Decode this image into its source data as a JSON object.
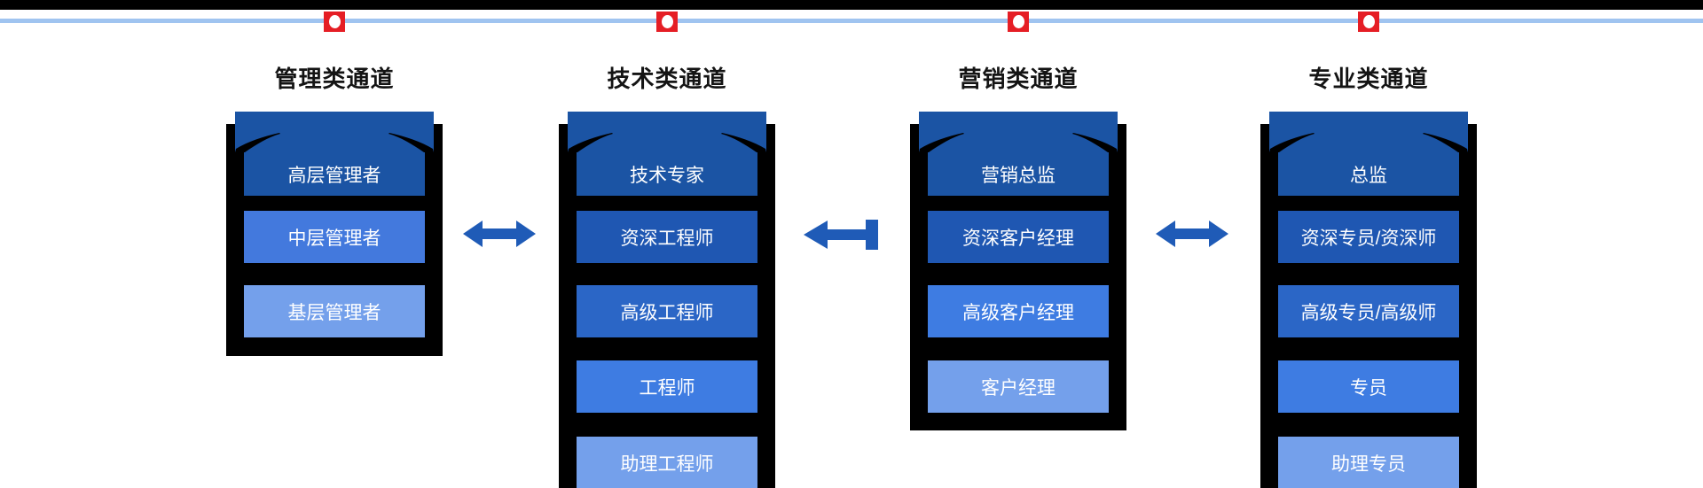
{
  "palette": {
    "top_bar": "#000000",
    "timeline_line": "#a0c4f0",
    "marker_red": "#e51e25",
    "marker_dot": "#ffffff",
    "arrow_blue": "#1f5bb7",
    "container_black": "#000000",
    "title_text": "#141414",
    "box_text": "#ffffff",
    "level_darkest": "#1b54a4"
  },
  "channels": [
    {
      "title": "管理类通道",
      "levels": [
        {
          "label": "高层管理者",
          "color": "#1b54a4"
        },
        {
          "label": "中层管理者",
          "color": "#4379dd"
        },
        {
          "label": "基层管理者",
          "color": "#74a0eb"
        }
      ]
    },
    {
      "title": "技术类通道",
      "levels": [
        {
          "label": "技术专家",
          "color": "#1b54a4"
        },
        {
          "label": "资深工程师",
          "color": "#1f57b2"
        },
        {
          "label": "高级工程师",
          "color": "#2b66c6"
        },
        {
          "label": "工程师",
          "color": "#3e7ce2"
        },
        {
          "label": "助理工程师",
          "color": "#74a0eb"
        }
      ]
    },
    {
      "title": "营销类通道",
      "levels": [
        {
          "label": "营销总监",
          "color": "#1b54a4"
        },
        {
          "label": "资深客户经理",
          "color": "#1f57b2"
        },
        {
          "label": "高级客户经理",
          "color": "#3e7ce2"
        },
        {
          "label": "客户经理",
          "color": "#74a0eb"
        }
      ]
    },
    {
      "title": "专业类通道",
      "levels": [
        {
          "label": "总监",
          "color": "#1b54a4"
        },
        {
          "label": "资深专员/资深师",
          "color": "#1f57b2"
        },
        {
          "label": "高级专员/高级师",
          "color": "#2b66c6"
        },
        {
          "label": "专员",
          "color": "#3e7ce2"
        },
        {
          "label": "助理专员",
          "color": "#74a0eb"
        }
      ]
    }
  ],
  "arrows": [
    {
      "icon": "double-arrow-icon",
      "between": "管理类通道-技术类通道"
    },
    {
      "icon": "left-arrow-icon",
      "between": "技术类通道-营销类通道"
    },
    {
      "icon": "double-arrow-icon",
      "between": "营销类通道-专业类通道"
    }
  ]
}
